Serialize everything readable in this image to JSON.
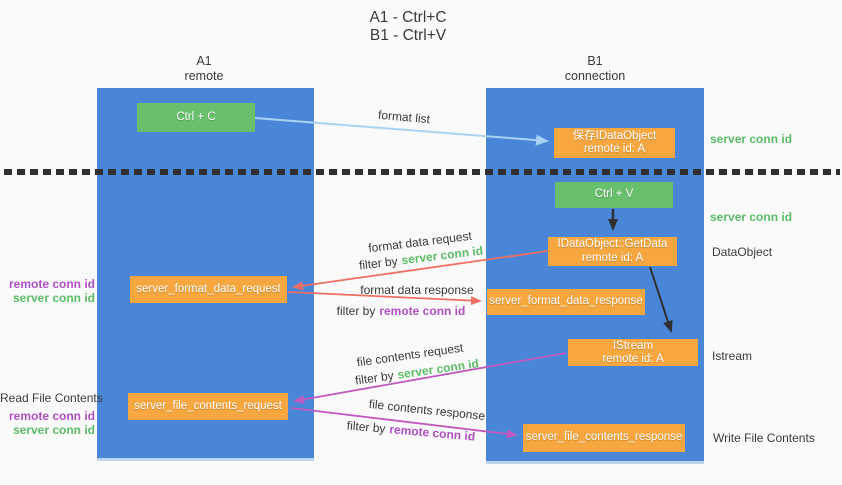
{
  "title": {
    "line1": "A1 - Ctrl+C",
    "line2": "B1 - Ctrl+V"
  },
  "lanes": {
    "left": {
      "name": "A1",
      "role": "remote"
    },
    "right": {
      "name": "B1",
      "role": "connection"
    }
  },
  "boxes": {
    "ctrl_c": {
      "label": "Ctrl + C"
    },
    "save_dataobject": {
      "line1": "保存IDataObject",
      "line2": "remote id: A"
    },
    "ctrl_v": {
      "label": "Ctrl + V"
    },
    "getdata": {
      "line1": "IDataObject::GetData",
      "line2": "remote id: A"
    },
    "format_data_request": {
      "label": "server_format_data_request"
    },
    "format_data_response": {
      "label": "server_format_data_response"
    },
    "istream": {
      "line1": "IStream",
      "line2": "remote id: A"
    },
    "file_contents_request": {
      "label": "server_file_contents_request"
    },
    "file_contents_response": {
      "label": "server_file_contents_response"
    }
  },
  "left_labels": {
    "group1": {
      "remote": "remote conn id",
      "server": "server conn id"
    },
    "read_file": "Read File Contents",
    "group2": {
      "remote": "remote conn id",
      "server": "server conn id"
    }
  },
  "right_labels": {
    "server_conn_top": "server conn id",
    "server_conn_mid": "server conn id",
    "dataobject": "DataObject",
    "istream": "Istream",
    "write_file": "Write File Contents"
  },
  "arrow_labels": {
    "format_list": "format list",
    "format_data_request": "format data request",
    "format_data_response": "format data response",
    "file_contents_request": "file contents request",
    "file_contents_response": "file contents response",
    "filter_by": "filter by",
    "server_conn_id": "server conn id",
    "remote_conn_id": "remote conn id"
  },
  "colors": {
    "lane_blue": "#4a86d8",
    "box_green": "#68c06c",
    "box_orange": "#f7a73f",
    "text_green": "#5cbd68",
    "text_purple": "#b14fc4",
    "text_dark": "#3a3a3a",
    "arrow_red": "#ef6e63",
    "arrow_magenta": "#c05ac0",
    "arrow_blue": "#a9d3f2",
    "arrow_black": "#2f2f2f",
    "background": "#fafafa"
  }
}
